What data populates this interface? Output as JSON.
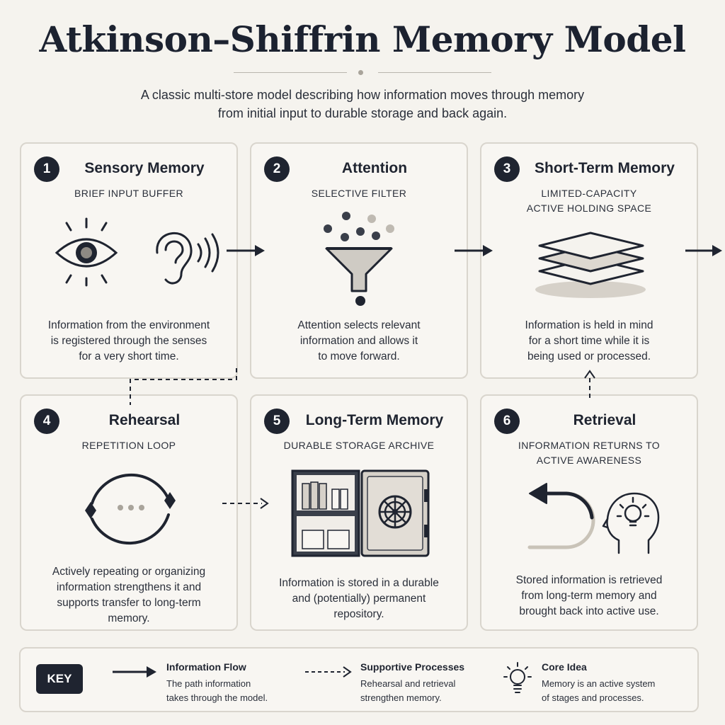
{
  "title": "Atkinson–Shiffrin Memory Model",
  "subtitle_lines": [
    "A classic multi-store model describing how information moves through memory",
    "from initial input to durable storage and back again."
  ],
  "stages": [
    {
      "number": "1",
      "title": "Sensory Memory",
      "subtitle_lines": [
        "BRIEF INPUT BUFFER"
      ],
      "icons": [
        "eye-icon",
        "ear-icon"
      ],
      "description_lines": [
        "Information from the environment",
        "is registered through the senses",
        "for a very short time."
      ]
    },
    {
      "number": "2",
      "title": "Attention",
      "subtitle_lines": [
        "SELECTIVE FILTER"
      ],
      "icons": [
        "funnel-icon"
      ],
      "description_lines": [
        "Attention selects relevant",
        "information and allows it",
        "to move forward."
      ]
    },
    {
      "number": "3",
      "title": "Short-Term Memory",
      "subtitle_lines": [
        "LIMITED-CAPACITY",
        "ACTIVE HOLDING SPACE"
      ],
      "icons": [
        "stacked-layers-icon"
      ],
      "description_lines": [
        "Information is held in mind",
        "for a short time while it is",
        "being used or processed."
      ]
    },
    {
      "number": "4",
      "title": "Rehearsal",
      "subtitle_lines": [
        "REPETITION LOOP"
      ],
      "icons": [
        "loop-icon"
      ],
      "description_lines": [
        "Actively repeating or organizing",
        "information strengthens it and",
        "supports transfer to long-term",
        "memory."
      ]
    },
    {
      "number": "5",
      "title": "Long-Term Memory",
      "subtitle_lines": [
        "DURABLE STORAGE ARCHIVE"
      ],
      "icons": [
        "archive-safe-icon"
      ],
      "description_lines": [
        "Information is stored in a durable",
        "and (potentially) permanent",
        "repository."
      ]
    },
    {
      "number": "6",
      "title": "Retrieval",
      "subtitle_lines": [
        "INFORMATION RETURNS TO",
        "ACTIVE AWARENESS"
      ],
      "icons": [
        "return-arrow-icon",
        "head-lightbulb-icon"
      ],
      "description_lines": [
        "Stored information is retrieved",
        "from long-term memory and",
        "brought back into active use."
      ]
    }
  ],
  "key": {
    "label": "KEY",
    "items": [
      {
        "title": "Information Flow",
        "description_lines": [
          "The path information",
          "takes through the model."
        ],
        "icon": "solid-arrow-icon"
      },
      {
        "title": "Supportive Processes",
        "description_lines": [
          "Rehearsal and retrieval",
          "strengthen memory."
        ],
        "icon": "dashed-arrow-icon"
      },
      {
        "title": "Core Idea",
        "description_lines": [
          "Memory is an active system",
          "of stages and processes."
        ],
        "icon": "lightbulb-icon"
      }
    ]
  },
  "colors": {
    "ink": "#1f2430",
    "background": "#f5f3ee",
    "card_border": "#d9d5cd",
    "accent_gray": "#c9c3b8"
  }
}
